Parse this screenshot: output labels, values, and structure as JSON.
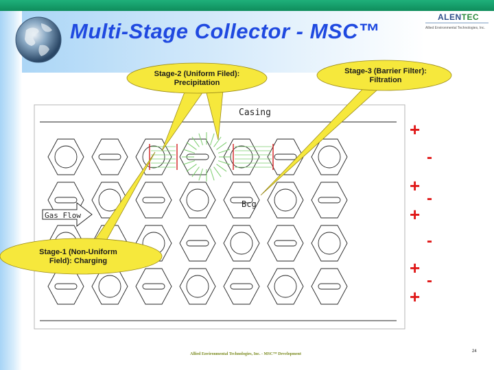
{
  "slide": {
    "title": "Multi-Stage Collector - MSC™",
    "footer": "Allied Environmental Technologies, Inc. - MSC™ Development",
    "page_number": "24"
  },
  "logo": {
    "name_part1": "ALEN",
    "name_part2": "TEC",
    "subtitle": "Allied Environmental Technologies, Inc."
  },
  "callouts": {
    "stage1": "Stage-1 (Non-Uniform Field): Charging",
    "stage2": "Stage-2 (Uniform Filed): Precipitation",
    "stage3": "Stage-3 (Barrier Filter): Filtration"
  },
  "diagram_labels": {
    "casing": "Casing",
    "bcg": "Bcg",
    "gas_flow": "Gas Flow"
  },
  "polarity": {
    "plus": "+",
    "minus": "-"
  },
  "colors": {
    "title": "#1f49e0",
    "callout_fill": "#f6e83c",
    "polarity": "#e01818",
    "field_lines": "#78cc6a",
    "electrode_red": "#d22020"
  }
}
